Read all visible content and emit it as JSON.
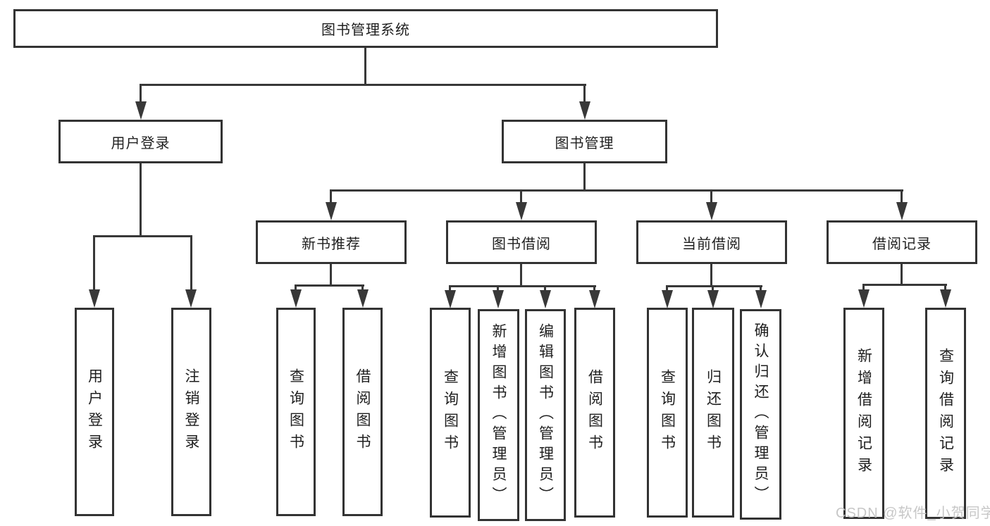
{
  "diagram": {
    "root": {
      "label": "图书管理系统"
    },
    "level2": [
      {
        "id": "user-login",
        "label": "用户登录"
      },
      {
        "id": "book-management",
        "label": "图书管理"
      }
    ],
    "level3": [
      {
        "id": "new-book-recommend",
        "label": "新书推荐"
      },
      {
        "id": "book-borrow",
        "label": "图书借阅"
      },
      {
        "id": "current-borrow",
        "label": "当前借阅"
      },
      {
        "id": "borrow-records",
        "label": "借阅记录"
      }
    ],
    "leaves": [
      {
        "id": "user-login-leaf",
        "parent": "user-login",
        "label": "用户登录"
      },
      {
        "id": "logout",
        "parent": "user-login",
        "label": "注销登录"
      },
      {
        "id": "query-books-1",
        "parent": "new-book-recommend",
        "label": "查询图书"
      },
      {
        "id": "borrow-books-1",
        "parent": "new-book-recommend",
        "label": "借阅图书"
      },
      {
        "id": "query-books-2",
        "parent": "book-borrow",
        "label": "查询图书"
      },
      {
        "id": "add-books-admin",
        "parent": "book-borrow",
        "label": "新增图书（管理员）"
      },
      {
        "id": "edit-books-admin",
        "parent": "book-borrow",
        "label": "编辑图书（管理员）"
      },
      {
        "id": "borrow-books-2",
        "parent": "book-borrow",
        "label": "借阅图书"
      },
      {
        "id": "query-books-3",
        "parent": "current-borrow",
        "label": "查询图书"
      },
      {
        "id": "return-books",
        "parent": "current-borrow",
        "label": "归还图书"
      },
      {
        "id": "confirm-return-admin",
        "parent": "current-borrow",
        "label": "确认归还（管理员）"
      },
      {
        "id": "add-borrow-record",
        "parent": "borrow-records",
        "label": "新增借阅记录"
      },
      {
        "id": "query-borrow-record",
        "parent": "borrow-records",
        "label": "查询借阅记录"
      }
    ],
    "colors": {
      "line": "#383838",
      "border": "#333333",
      "text": "#1f1f1f",
      "background": "#ffffff",
      "watermark": "#c4c4c4"
    }
  },
  "watermark": {
    "text": "CSDN @软件_小贺同学"
  }
}
